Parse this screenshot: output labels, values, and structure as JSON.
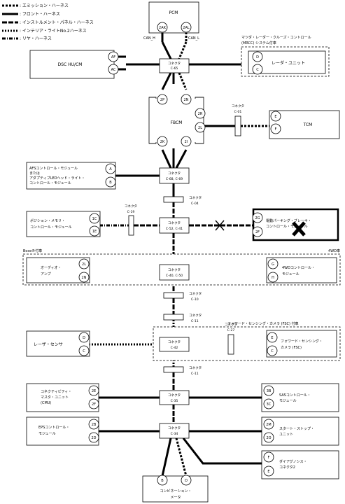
{
  "legend": [
    {
      "label": ": エミッション・ハーネス",
      "style": "emission"
    },
    {
      "label": ": フロント・ハーネス",
      "style": "front"
    },
    {
      "label": ": インストルメント・パネル・ハーネス",
      "style": "instrument"
    },
    {
      "label": ": インテリア・ライトNo.2ハーネス",
      "style": "interior"
    },
    {
      "label": ": リヤ・ハーネス",
      "style": "rear"
    }
  ],
  "modules": {
    "pcm": "PCM",
    "dsc": "DSC HU/CM",
    "mrcc_title_1": "マツダ・レーダー・クルーズ・コントロール",
    "mrcc_title_2": "(MRCC) システム付車",
    "radar": "レーダ・ユニット",
    "fbcm": "FBCM",
    "tcm": "TCM",
    "afs_1": "AFSコントロール・モジュール",
    "afs_2": "または",
    "afs_3": "アダプティブLEDヘッド・ライト・",
    "afs_4": "コントロール・モジュール",
    "pos_1": "ポジション・メモリ・",
    "pos_2": "コントロール・モジュール",
    "epb_1": "電動パーキング・ブレーキ・",
    "epb_2": "コントロール・モジュール",
    "bose_title": "Bose®付車",
    "audio_1": "オーディオ・",
    "audio_2": "アンプ",
    "fourwd_title": "4WD車",
    "fourwd_1": "4WDコントロール・",
    "fourwd_2": "モジュール",
    "laser": "レーザ・センサ",
    "fsc_title": "フォワード・センシング・カメラ (FSC) 付車",
    "fsc_1": "フォワード・センシング・",
    "fsc_2": "カメラ (FSC)",
    "cmu_1": "コネクティビティ・",
    "cmu_2": "マスタ・ユニット",
    "cmu_3": "(CMU)",
    "sas_1": "SASコントロール・",
    "sas_2": "モジュール",
    "eps_1": "EPSコントロール・",
    "eps_2": "モジュール",
    "ss_1": "スタート・ストップ・",
    "ss_2": "ユニット",
    "dlc_1": "ダイアグノシス・",
    "dlc_2": "コネクタ2",
    "combi_1": "コンビネーション・",
    "combi_2": "メータ"
  },
  "can_labels": {
    "h": "CAN_H",
    "l": "CAN_L"
  },
  "connector_word": "コネクタ",
  "connectors": {
    "c65": "C-65",
    "c01": "C-01",
    "c68": "C-68, C-69",
    "c04": "C-04",
    "c19": "C-19",
    "c52": "C-52, C-41",
    "c40": "C-40, C-50",
    "c10": "C-10",
    "c11a": "C-11",
    "c27": "C-27",
    "c42": "C-42",
    "c11b": "C-11",
    "c35": "C-35",
    "c34": "C-34"
  },
  "pins": {
    "pcm_h": "2AK",
    "pcm_l": "2AL",
    "dsc_h": "AF",
    "dsc_l": "AC",
    "radar_h": "D",
    "radar_l": "C",
    "fbcm_top_h": "2P",
    "fbcm_top_l": "2N",
    "fbcm_right_h": "2R",
    "fbcm_right_l": "2L",
    "fbcm_bot_h": "2K",
    "fbcm_bot_l": "2I",
    "tcm_h": "E",
    "tcm_l": "F",
    "afs_h": "A",
    "afs_l": "B",
    "pos_h": "1C",
    "pos_l": "1E",
    "epb_h": "2G",
    "epb_l": "2F",
    "audio_h": "2L",
    "audio_l": "2N",
    "fourwd_h": "G",
    "fourwd_l": "H",
    "laser_h": "D",
    "laser_l": "C",
    "fsc_h": "E",
    "fsc_l": "C",
    "cmu_h": "2E",
    "cmu_l": "2F",
    "sas_h": "3B",
    "sas_l": "3C",
    "eps_h": "2B",
    "eps_l": "2D",
    "ss_h": "2M",
    "ss_l": "2O",
    "dlc_h": "F",
    "dlc_l": "E",
    "combi_h": "B",
    "combi_l": "D"
  }
}
